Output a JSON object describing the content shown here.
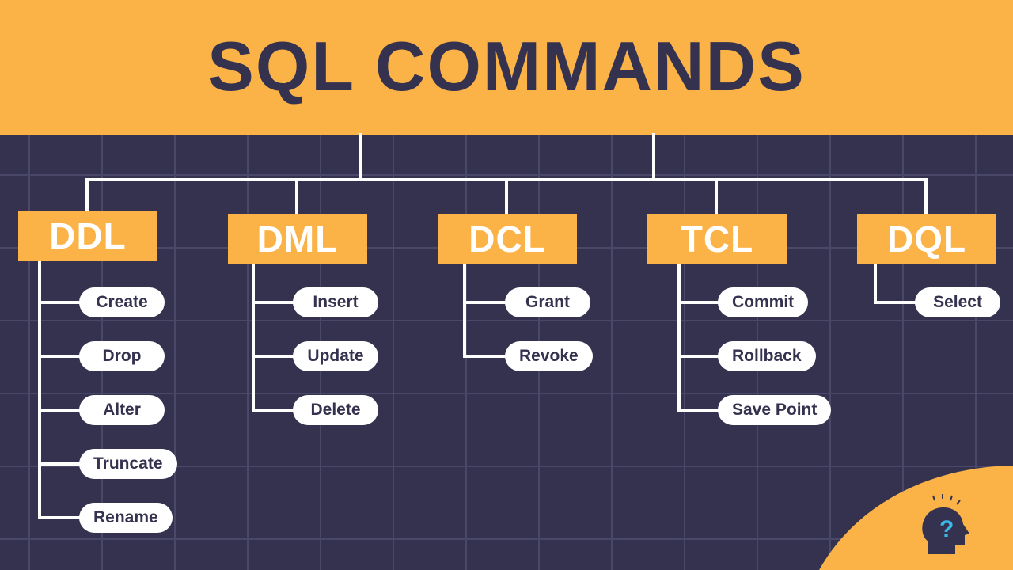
{
  "title": "SQL COMMANDS",
  "colors": {
    "accent": "#fbb347",
    "background": "#34324f",
    "grid": "#4a4868",
    "pill": "#ffffff",
    "text_dark": "#34324f"
  },
  "categories": [
    {
      "label": "DDL",
      "items": [
        "Create",
        "Drop",
        "Alter",
        "Truncate",
        "Rename"
      ]
    },
    {
      "label": "DML",
      "items": [
        "Insert",
        "Update",
        "Delete"
      ]
    },
    {
      "label": "DCL",
      "items": [
        "Grant",
        "Revoke"
      ]
    },
    {
      "label": "TCL",
      "items": [
        "Commit",
        "Rollback",
        "Save Point"
      ]
    },
    {
      "label": "DQL",
      "items": [
        "Select"
      ]
    }
  ],
  "logo": {
    "icon": "head-question-icon"
  }
}
